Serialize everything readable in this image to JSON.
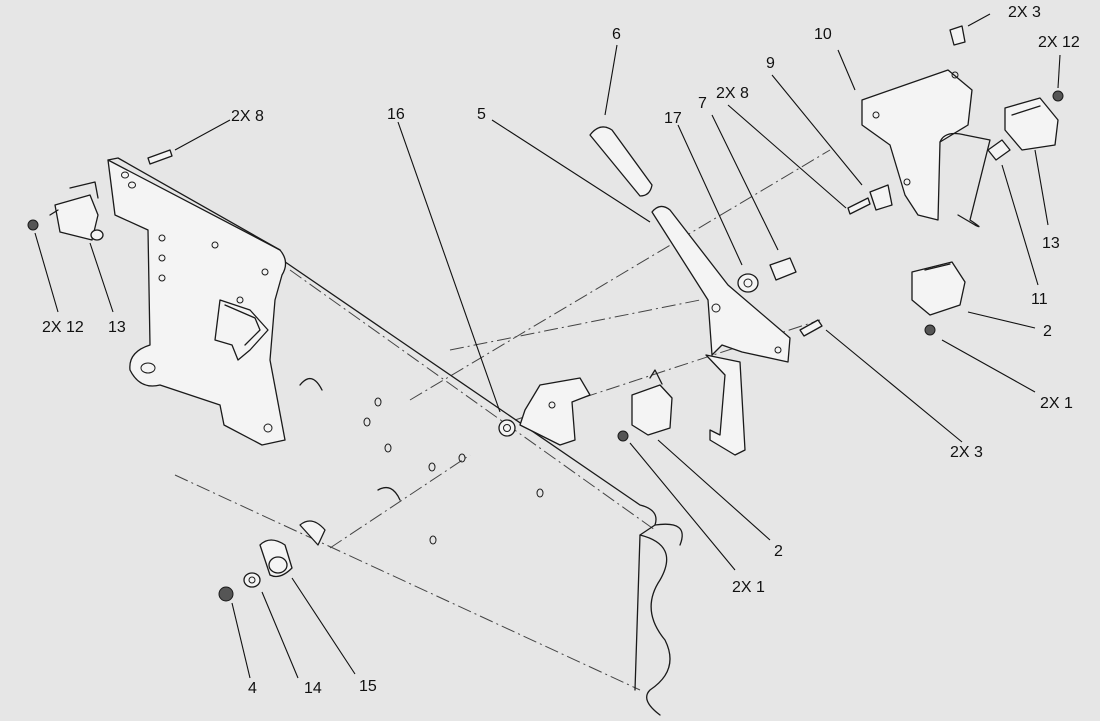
{
  "diagram": {
    "callouts": [
      {
        "id": "c-2x3-top",
        "text": "2X 3"
      },
      {
        "id": "c-2x12-top",
        "text": "2X 12"
      },
      {
        "id": "c-10",
        "text": "10"
      },
      {
        "id": "c-6",
        "text": "6"
      },
      {
        "id": "c-9",
        "text": "9"
      },
      {
        "id": "c-2x8-mid",
        "text": "2X 8"
      },
      {
        "id": "c-7",
        "text": "7"
      },
      {
        "id": "c-17",
        "text": "17"
      },
      {
        "id": "c-5",
        "text": "5"
      },
      {
        "id": "c-16",
        "text": "16"
      },
      {
        "id": "c-2x8-left",
        "text": "2X 8"
      },
      {
        "id": "c-13-right",
        "text": "13"
      },
      {
        "id": "c-11",
        "text": "11"
      },
      {
        "id": "c-2-right",
        "text": "2"
      },
      {
        "id": "c-2x1-right",
        "text": "2X 1"
      },
      {
        "id": "c-2x3-right",
        "text": "2X 3"
      },
      {
        "id": "c-2x12-left",
        "text": "2X 12"
      },
      {
        "id": "c-13-left",
        "text": "13"
      },
      {
        "id": "c-2-mid",
        "text": "2"
      },
      {
        "id": "c-2x1-mid",
        "text": "2X 1"
      },
      {
        "id": "c-4",
        "text": "4"
      },
      {
        "id": "c-14",
        "text": "14"
      },
      {
        "id": "c-15",
        "text": "15"
      }
    ]
  }
}
